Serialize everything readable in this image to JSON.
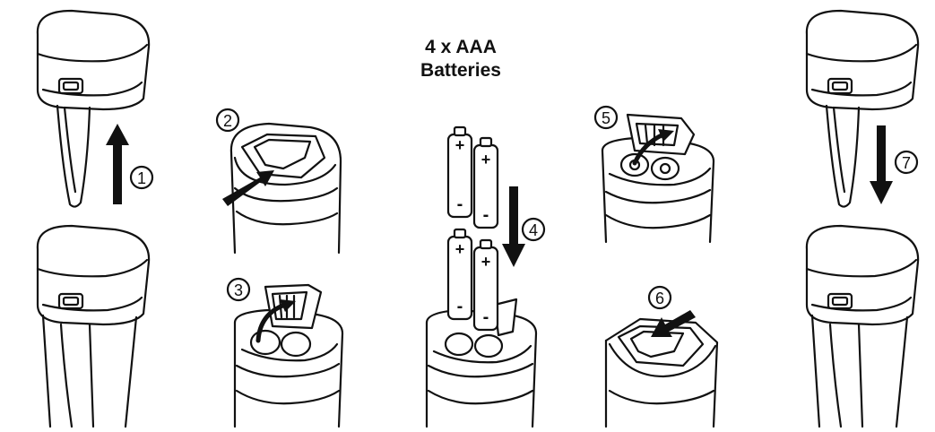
{
  "title": {
    "line1": "4 x AAA",
    "line2": "Batteries"
  },
  "steps": [
    "1",
    "2",
    "3",
    "4",
    "5",
    "6",
    "7"
  ],
  "battery_signs": {
    "plus": "+",
    "minus": "-"
  },
  "colors": {
    "ink": "#111111",
    "fill": "#ffffff"
  }
}
